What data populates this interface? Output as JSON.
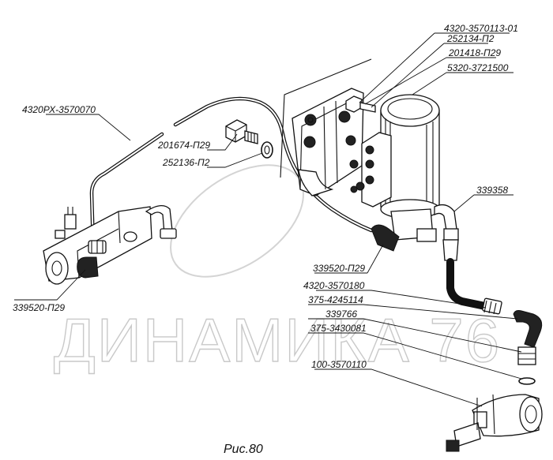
{
  "diagram": {
    "caption": "Рис.80",
    "watermark": "ДИНАМИКА 76",
    "labels": [
      {
        "id": "l1",
        "text": "4320-3570113-01"
      },
      {
        "id": "l2",
        "text": "252134-П2"
      },
      {
        "id": "l3",
        "text": "201418-П29"
      },
      {
        "id": "l4",
        "text": "5320-3721500"
      },
      {
        "id": "l5",
        "text": "4320РХ-3570070"
      },
      {
        "id": "l6",
        "text": "201674-П29"
      },
      {
        "id": "l7",
        "text": "252136-П2"
      },
      {
        "id": "l8",
        "text": "339358"
      },
      {
        "id": "l9",
        "text": "339520-П29"
      },
      {
        "id": "l10",
        "text": "4320-3570180"
      },
      {
        "id": "l11",
        "text": "375-4245114"
      },
      {
        "id": "l12",
        "text": "339766"
      },
      {
        "id": "l13",
        "text": "375-3430081"
      },
      {
        "id": "l14",
        "text": "100-3570110"
      },
      {
        "id": "l15",
        "text": "339520-П29"
      }
    ]
  }
}
